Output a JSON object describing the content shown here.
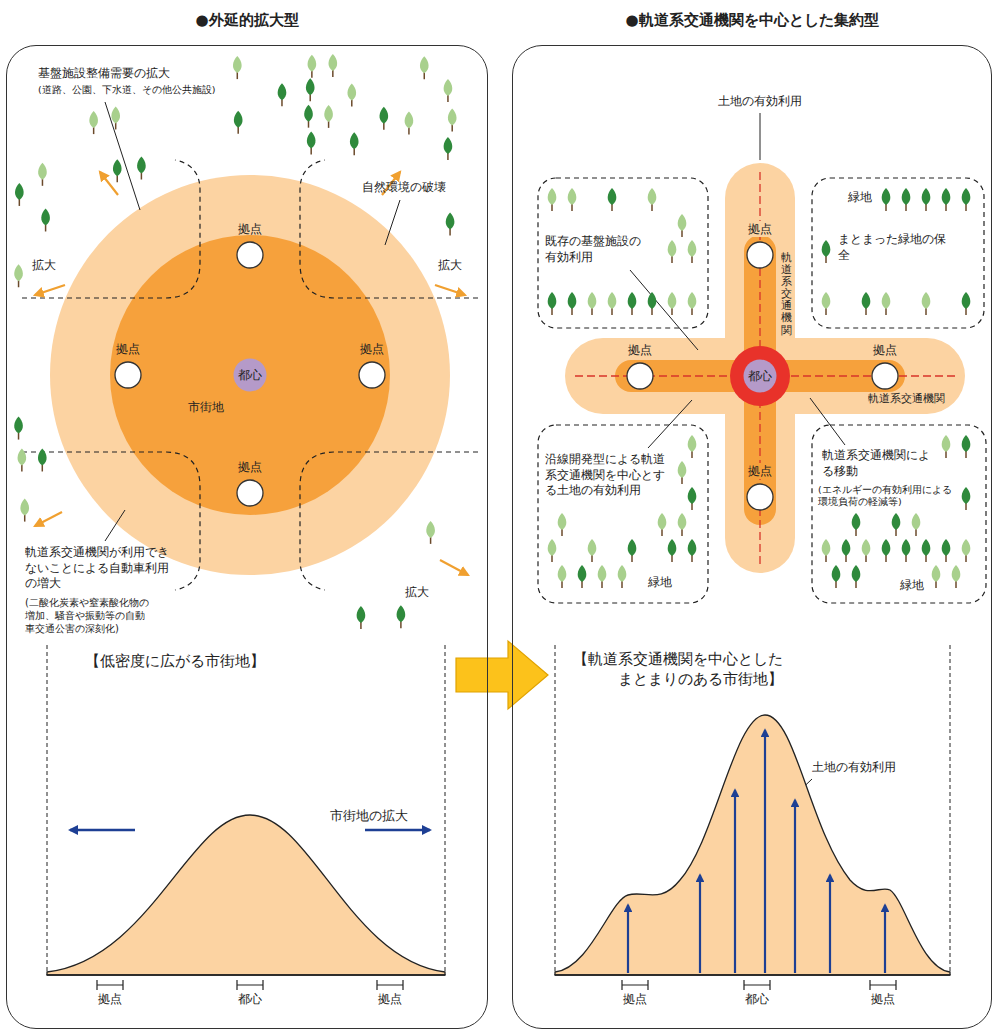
{
  "diagram": {
    "nodes": [
      {
        "text": [
          "●外延的拡大型"
        ]
      },
      {
        "text": [
          "拠点"
        ],
        "in": 0
      },
      {
        "text": [
          "拠点"
        ],
        "in": 0
      },
      {
        "text": [
          "都心"
        ],
        "in": 0
      },
      {
        "text": [
          "拠点"
        ],
        "in": 0
      },
      {
        "text": [
          "拠点"
        ],
        "in": 0
      },
      {
        "text": [
          "●軌道系交通機関を中心とした集約型"
        ]
      },
      {
        "text": [
          "拠点"
        ],
        "in": 6
      },
      {
        "text": [
          "拠点"
        ],
        "in": 6
      },
      {
        "text": [
          "都心"
        ],
        "in": 6
      },
      {
        "text": [
          "拠点"
        ],
        "in": 6
      },
      {
        "text": [
          "拠点"
        ],
        "in": 6
      }
    ],
    "edges": [
      {
        "from": 0,
        "to": 6,
        "arrow": "to"
      }
    ],
    "labels": [
      "基盤施設整備需要の拡大",
      "(道路、公園、下水道、その他公共施設)",
      "自然環境の破壊",
      "拡大",
      "拡大",
      "拡大",
      "市街地",
      "軌道系交通機関が利用できないことによる自動車利用の増大",
      "(二酸化炭素や窒素酸化物の増加、騒音や振動等の自動車交通公害の深刻化)",
      "【低密度に広がる市街地】",
      "市街地の拡大",
      "拠点",
      "都心",
      "拠点",
      "土地の有効利用",
      "既存の基盤施設の有効利用",
      "緑地",
      "まとまった緑地の保全",
      "軌道系交通機関",
      "軌道系交通機関",
      "沿線開発型による軌道系交通機関を中心とする土地の有効利用",
      "軌道系交通機関による移動",
      "(エネルギーの有効利用による環境負荷の軽減等)",
      "緑地",
      "緑地",
      "【軌道系交通機関を中心とした まとまりのある市街地】",
      "土地の有効利用",
      "拠点",
      "都心",
      "拠点"
    ]
  }
}
